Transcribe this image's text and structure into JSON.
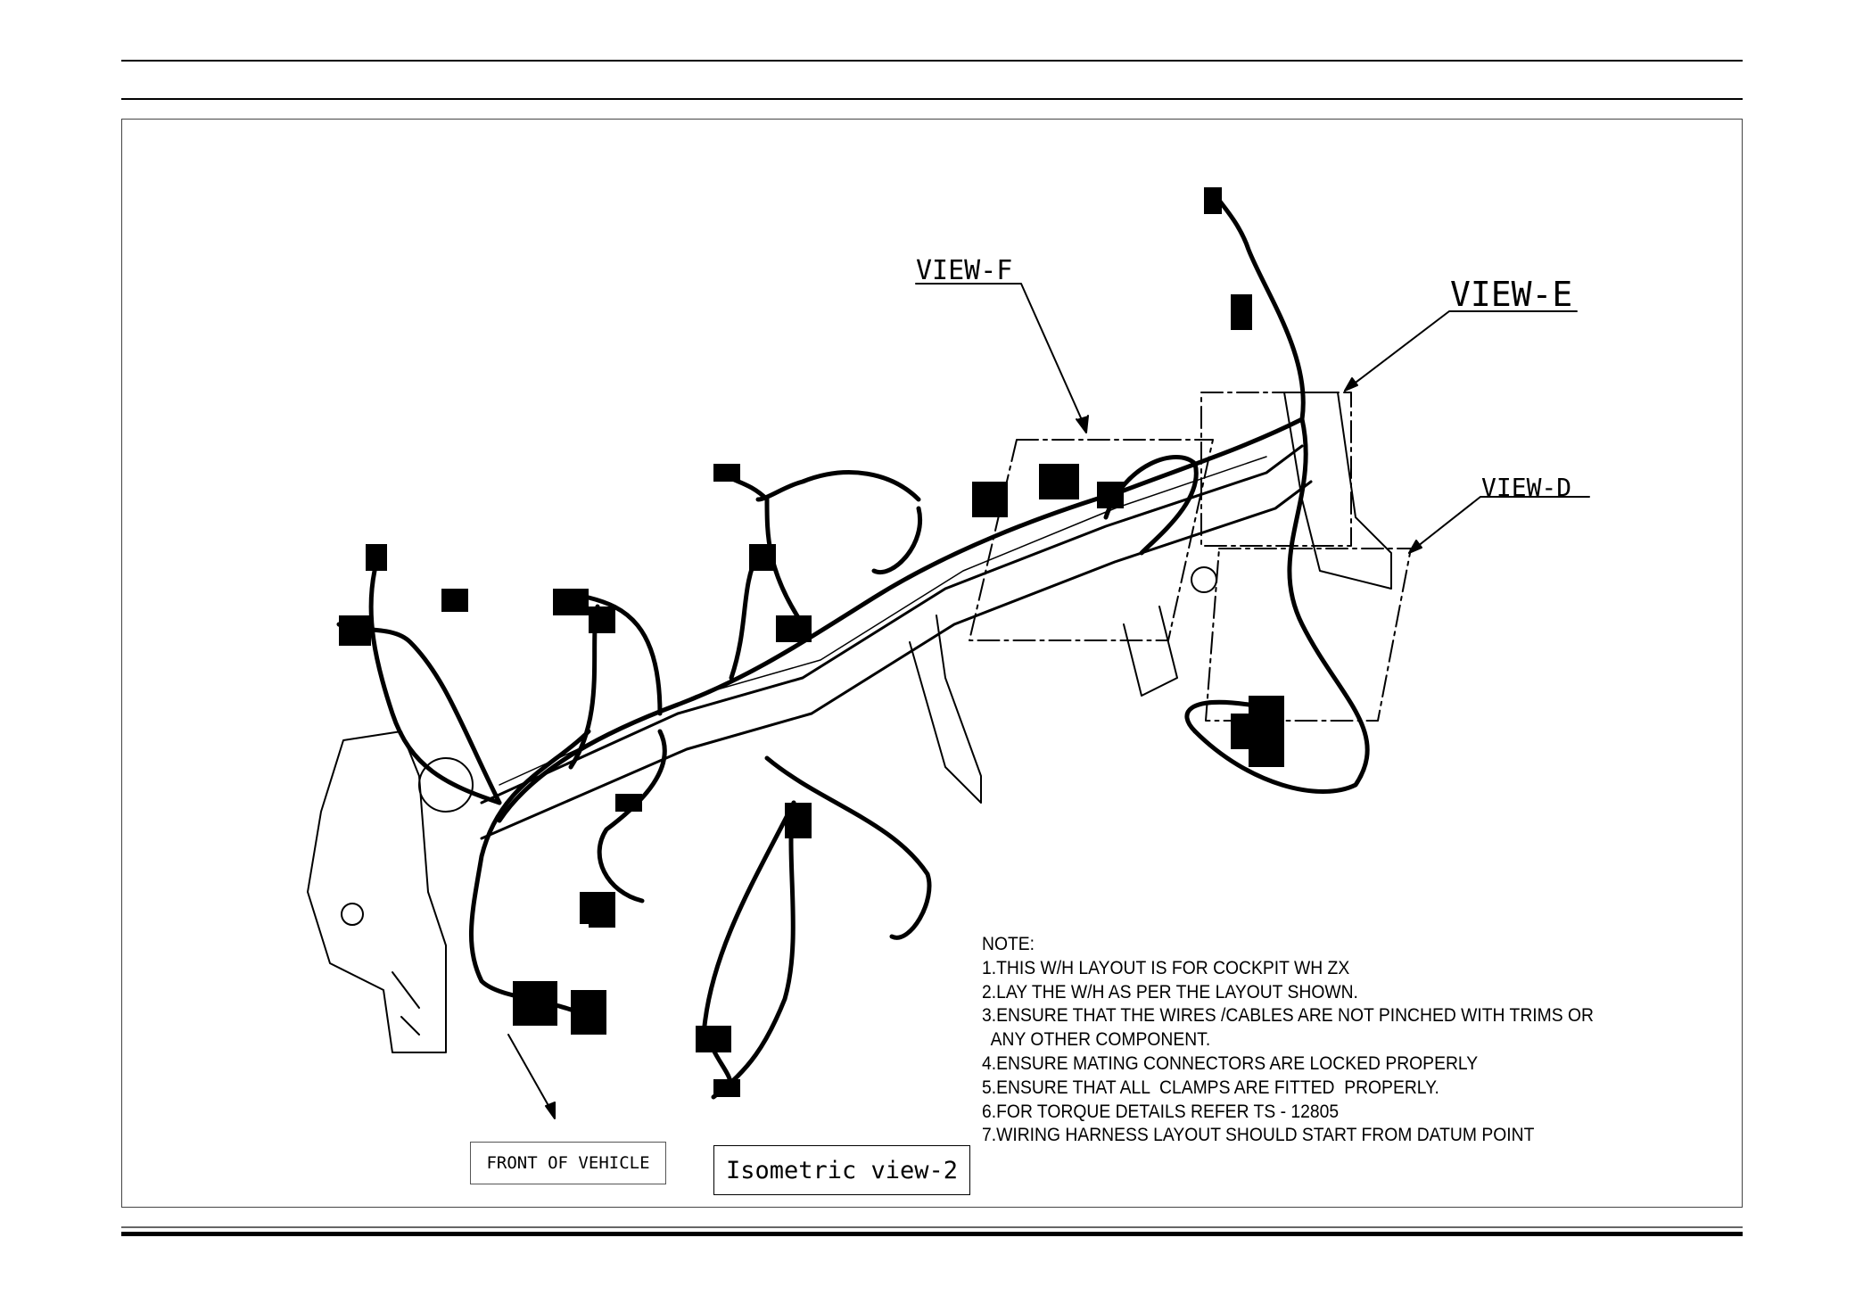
{
  "labels": {
    "view_f": "VIEW-F",
    "view_e": "VIEW-E",
    "view_d": "VIEW-D",
    "front_of_vehicle": "FRONT OF VEHICLE",
    "view_title": "Isometric view-2"
  },
  "notes": {
    "heading": "NOTE:",
    "lines": [
      "1.THIS W/H LAYOUT IS FOR COCKPIT WH ZX",
      "2.LAY THE W/H AS PER THE LAYOUT SHOWN.",
      "3.ENSURE THAT THE WIRES /CABLES ARE NOT PINCHED WITH TRIMS OR",
      "  ANY OTHER COMPONENT.",
      "4.ENSURE MATING CONNECTORS ARE LOCKED PROPERLY",
      "5.ENSURE THAT ALL  CLAMPS ARE FITTED  PROPERLY.",
      "6.FOR TORQUE DETAILS REFER TS - 12805",
      "7.WIRING HARNESS LAYOUT SHOULD START FROM DATUM POINT"
    ]
  }
}
